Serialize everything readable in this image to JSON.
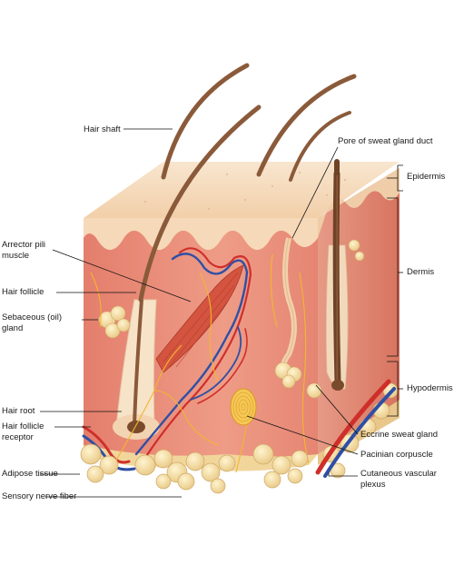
{
  "labels": {
    "hair_shaft": "Hair shaft",
    "pore": "Pore of sweat gland duct",
    "epidermis": "Epidermis",
    "arrector": "Arrector pili\nmuscle",
    "dermis": "Dermis",
    "hair_follicle": "Hair follicle",
    "sebaceous": "Sebaceous (oil)\ngland",
    "hypodermis": "Hypodermis",
    "hair_root": "Hair root",
    "follicle_receptor": "Hair follicle\nreceptor",
    "eccrine": "Eccrine sweat gland",
    "pacinian": "Pacinian corpuscle",
    "adipose": "Adipose tissue",
    "cutaneous": "Cutaneous vascular\nplexus",
    "sensory": "Sensory nerve fiber"
  },
  "colors": {
    "epidermis": "#f6dcbf",
    "dermis": "#e98f7b",
    "hypodermis": "#f2d79b",
    "hair": "#8a5a3a",
    "artery": "#cf2f2a",
    "vein": "#2f4fa5",
    "nerve": "#f2b630",
    "leader_line": "#111111"
  }
}
